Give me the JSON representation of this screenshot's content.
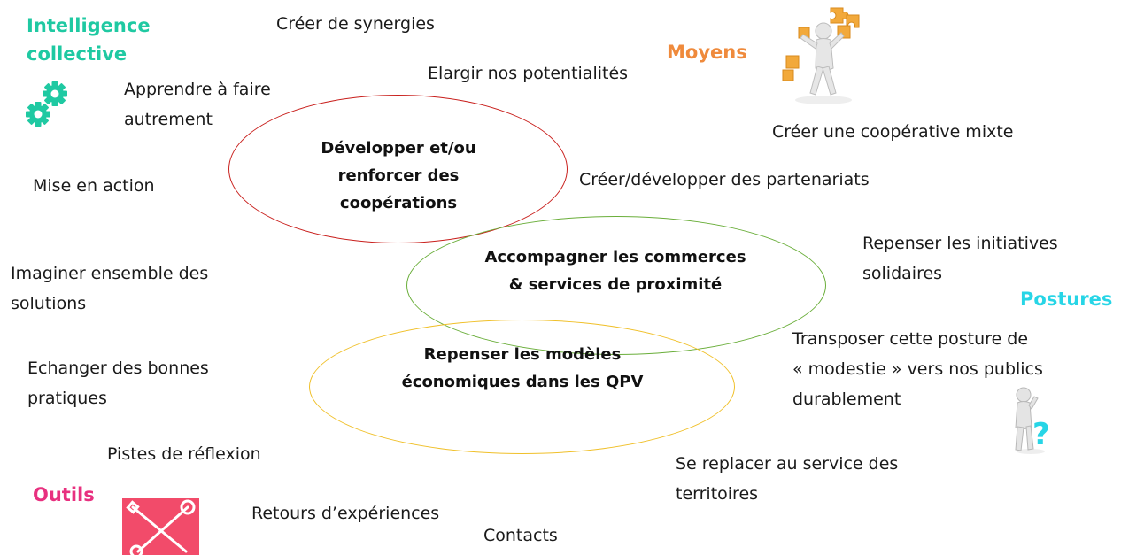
{
  "categories": {
    "intelligence": {
      "line1": "Intelligence",
      "line2": "collective",
      "color": "#1fc9a2"
    },
    "moyens": {
      "label": "Moyens",
      "color": "#ef8a3c"
    },
    "postures": {
      "label": "Postures",
      "color": "#27d5e6"
    },
    "outils": {
      "label": "Outils",
      "color": "#e8307f"
    }
  },
  "ovals": {
    "cooperations": {
      "line1": "Développer et/ou",
      "line2": "renforcer des",
      "line3": "coopérations",
      "color": "#c9211e"
    },
    "commerces": {
      "line1": "Accompagner les commerces",
      "line2": "& services de proximité",
      "color": "#6aae3a"
    },
    "modeles": {
      "line1": "Repenser les modèles",
      "line2": "économiques dans les QPV",
      "color": "#f0c02a"
    }
  },
  "items": {
    "synergies": "Créer de synergies",
    "potentialites": "Elargir nos potentialités",
    "apprendre1": "Apprendre à faire",
    "apprendre2": "autrement",
    "cooperative": "Créer une coopérative mixte",
    "mise_action": "Mise en action",
    "partenariats": "Créer/développer des partenariats",
    "initiatives1": "Repenser les initiatives",
    "initiatives2": "solidaires",
    "imaginer1": "Imaginer ensemble des",
    "imaginer2": "solutions",
    "transposer1": "Transposer cette posture de",
    "transposer2": "« modestie » vers nos publics",
    "transposer3": "durablement",
    "echanger1": "Echanger des bonnes",
    "echanger2": "pratiques",
    "pistes": "Pistes de réflexion",
    "replacer1": "Se replacer au service des",
    "replacer2": "territoires",
    "retours": "Retours d’expériences",
    "contacts": "Contacts"
  },
  "icons": [
    "gears-icon",
    "puzzle-figure-icon",
    "question-figure-icon",
    "tools-icon"
  ]
}
